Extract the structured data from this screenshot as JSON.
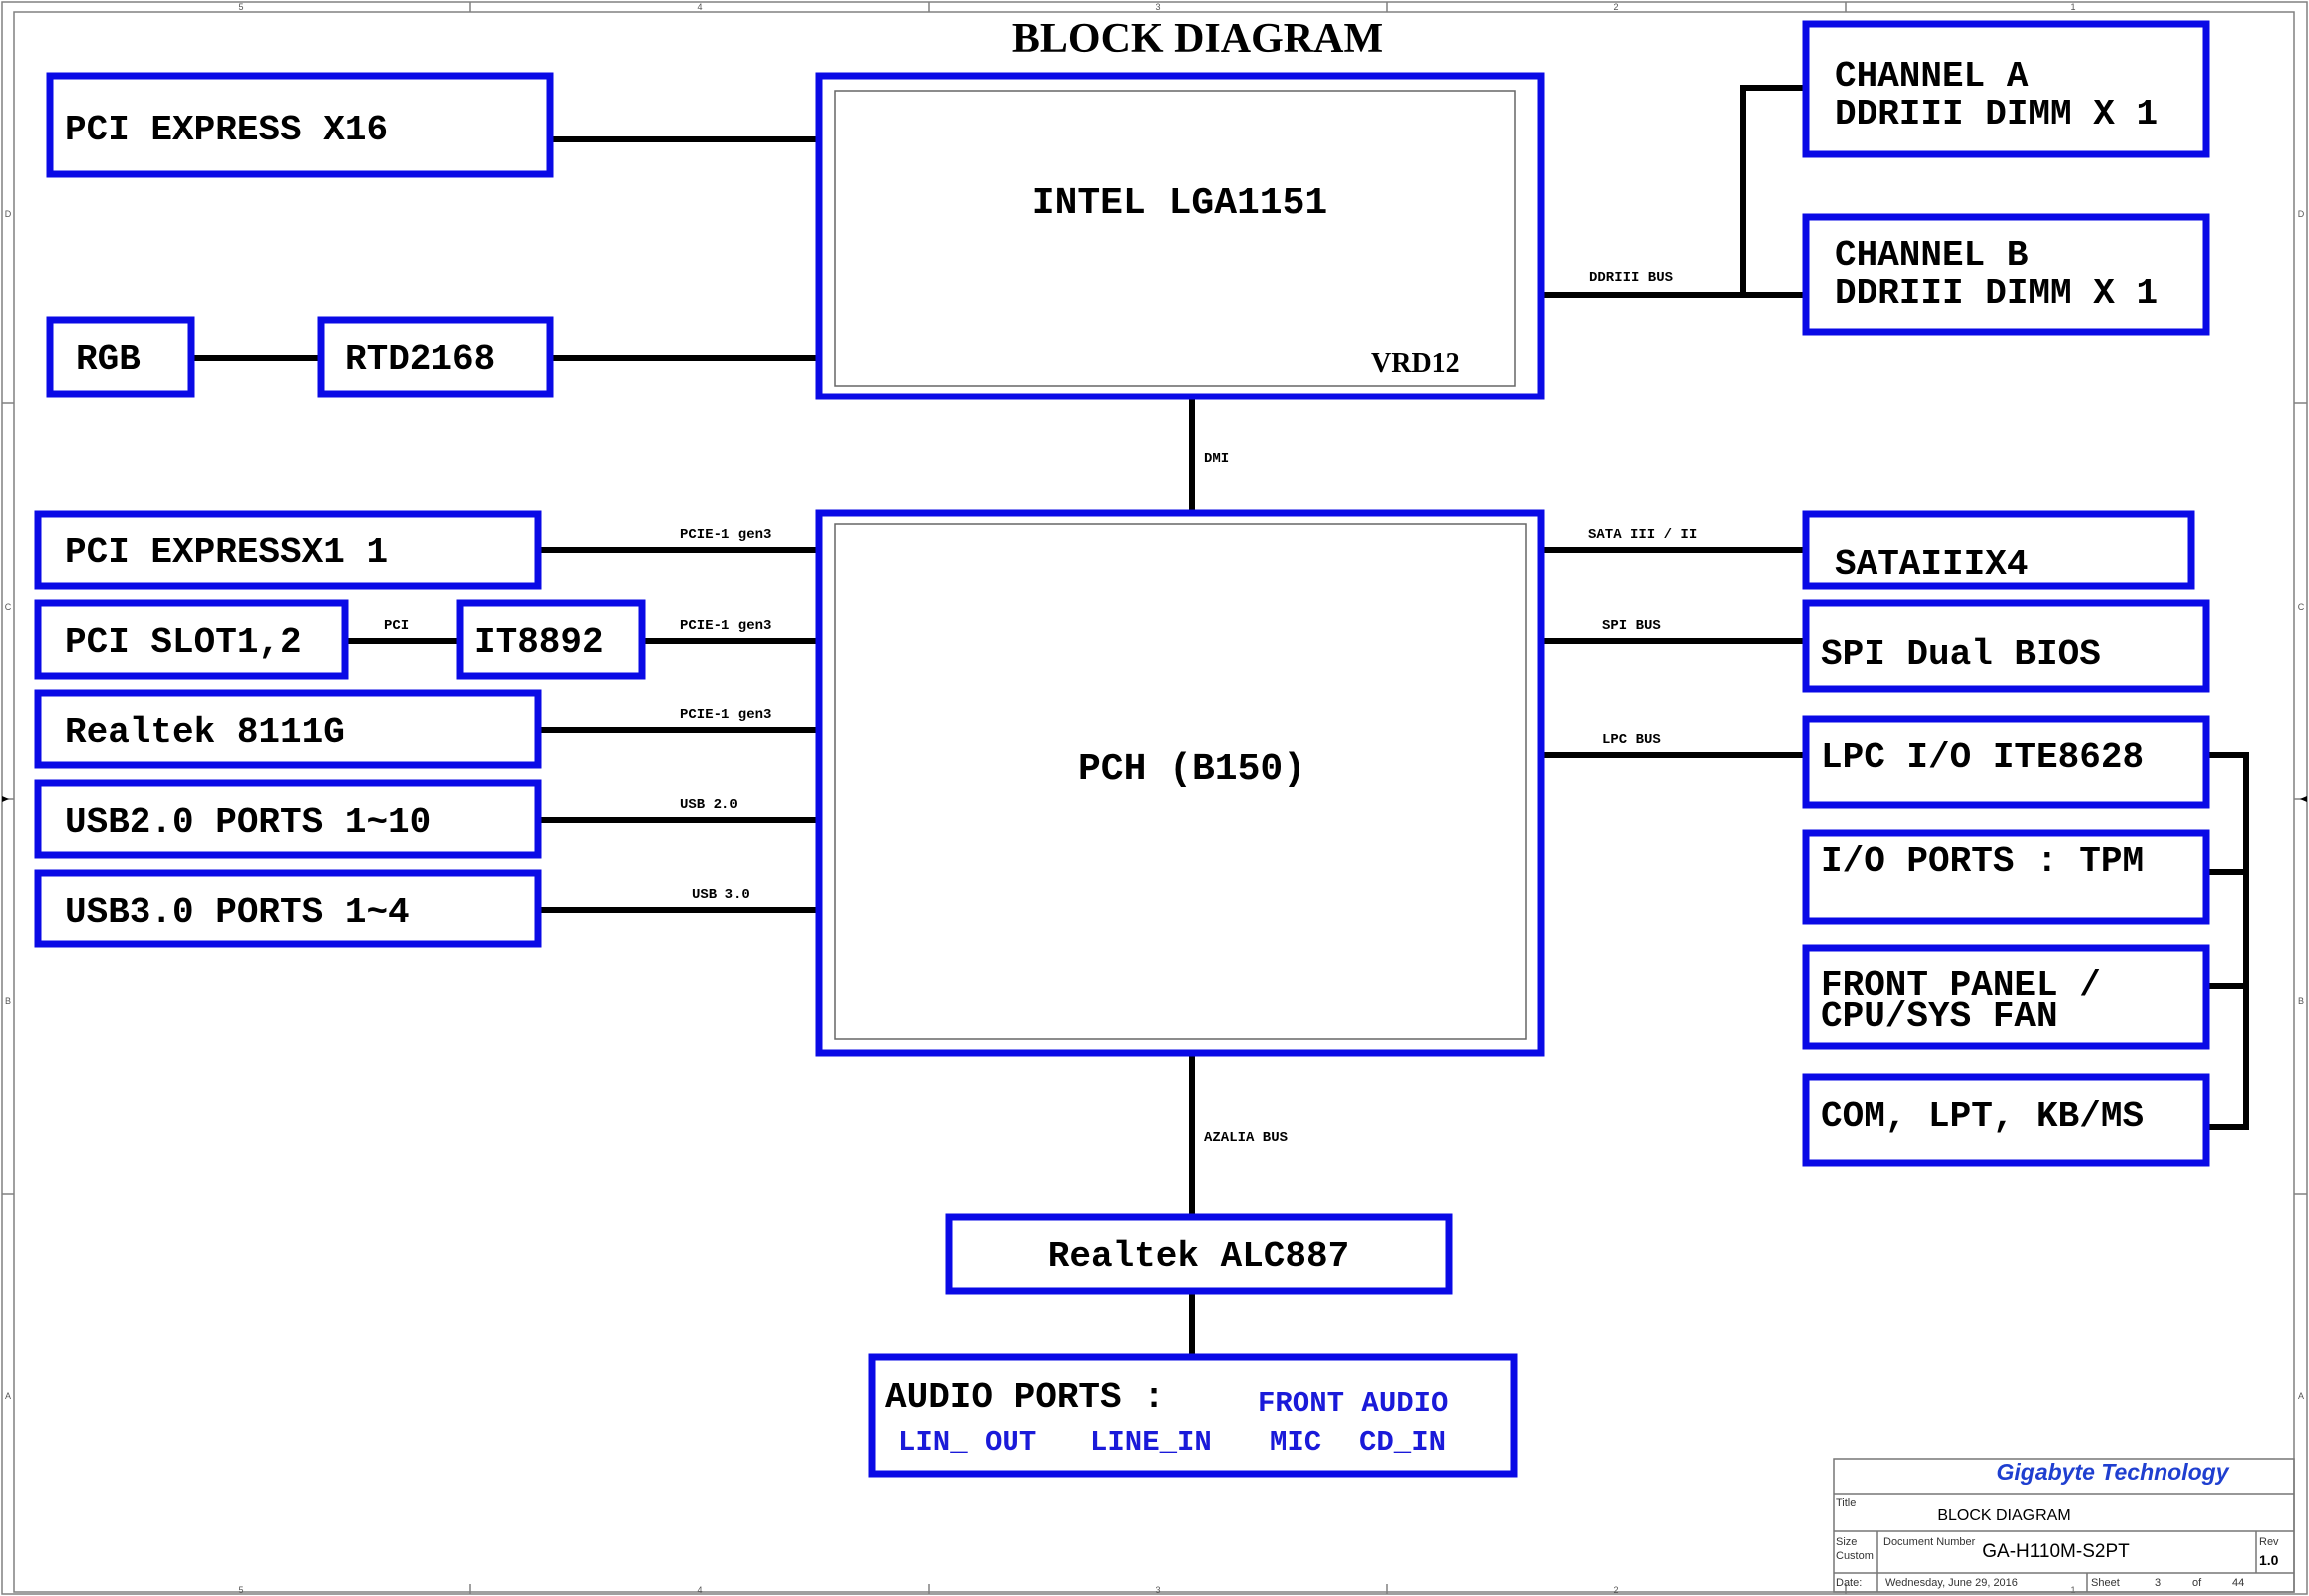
{
  "title": "BLOCK DIAGRAM",
  "colors": {
    "box_border": "#0a0ae6",
    "wire": "#000000",
    "audio_sub": "#1a1ad9",
    "company": "#1f3fd0",
    "frame": "#808080"
  },
  "frame": {
    "col_labels": [
      "5",
      "4",
      "3",
      "2",
      "1"
    ],
    "row_labels": [
      "D",
      "C",
      "B",
      "A"
    ]
  },
  "blocks": {
    "pci_express_x16": "PCI EXPRESS X16",
    "rgb": "RGB",
    "rtd2168": "RTD2168",
    "cpu": "INTEL LGA1151",
    "vrd": "VRD12",
    "channel_a": [
      "CHANNEL A",
      "DDRIII DIMM X 1"
    ],
    "channel_b": [
      "CHANNEL B",
      "DDRIII DIMM X 1"
    ],
    "pci_express_x1": "PCI EXPRESSX1 1",
    "pci_slot": "PCI SLOT1,2",
    "it8892": "IT8892",
    "realtek_8111g": "Realtek 8111G",
    "usb2": "USB2.0 PORTS 1~10",
    "usb3": "USB3.0 PORTS 1~4",
    "pch": "PCH (B150)",
    "sata": "SATAIIIX4",
    "spi_bios": "SPI Dual BIOS",
    "lpc_io": "LPC I/O ITE8628",
    "io_ports": "I/O PORTS : TPM",
    "front_panel": [
      "FRONT PANEL /",
      "CPU/SYS FAN"
    ],
    "com_lpt": "COM, LPT, KB/MS",
    "alc887": "Realtek ALC887",
    "audio_ports": "AUDIO PORTS :",
    "front_audio": "FRONT AUDIO",
    "audio_subs": [
      "LIN_ OUT",
      "LINE_IN",
      "MIC",
      "CD_IN"
    ]
  },
  "buses": {
    "ddriii": "DDRIII BUS",
    "dmi": "DMI",
    "pcie_1": "PCIE-1 gen3",
    "pcie_2": "PCIE-1 gen3",
    "pcie_3": "PCIE-1 gen3",
    "pci": "PCI",
    "usb20": "USB 2.0",
    "usb30": "USB 3.0",
    "sata": "SATA III / II",
    "spi": "SPI BUS",
    "lpc": "LPC BUS",
    "azalia": "AZALIA BUS"
  },
  "title_block": {
    "company": "Gigabyte Technology",
    "title_label": "Title",
    "title": "BLOCK DIAGRAM",
    "size_label": "Size",
    "size": "Custom",
    "doc_label": "Document Number",
    "doc": "GA-H110M-S2PT",
    "rev_label": "Rev",
    "rev": "1.0",
    "date_label": "Date:",
    "date": "Wednesday, June 29, 2016",
    "sheet_label": "Sheet",
    "sheet": "3",
    "of_label": "of",
    "total": "44"
  }
}
